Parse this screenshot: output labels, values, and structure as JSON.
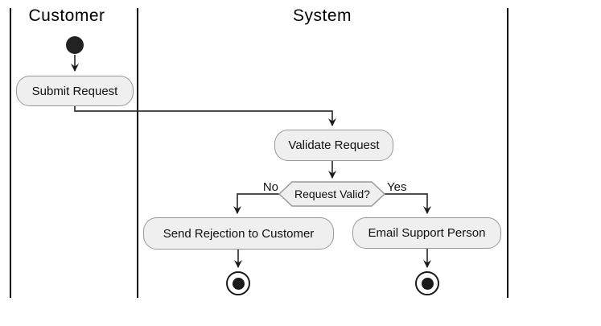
{
  "lanes": [
    {
      "label": "Customer"
    },
    {
      "label": "System"
    }
  ],
  "nodes": {
    "submit_request": {
      "label": "Submit Request"
    },
    "validate_request": {
      "label": "Validate Request"
    },
    "decision": {
      "label": "Request Valid?"
    },
    "send_rejection": {
      "label": "Send Rejection to Customer"
    },
    "email_support": {
      "label": "Email Support Person"
    }
  },
  "branches": {
    "no": "No",
    "yes": "Yes"
  },
  "colors": {
    "activity_fill": "#efefef",
    "activity_border": "#999999",
    "connector_line": "#333333",
    "lane_line": "#000000",
    "node_black": "#1a1a1a"
  }
}
